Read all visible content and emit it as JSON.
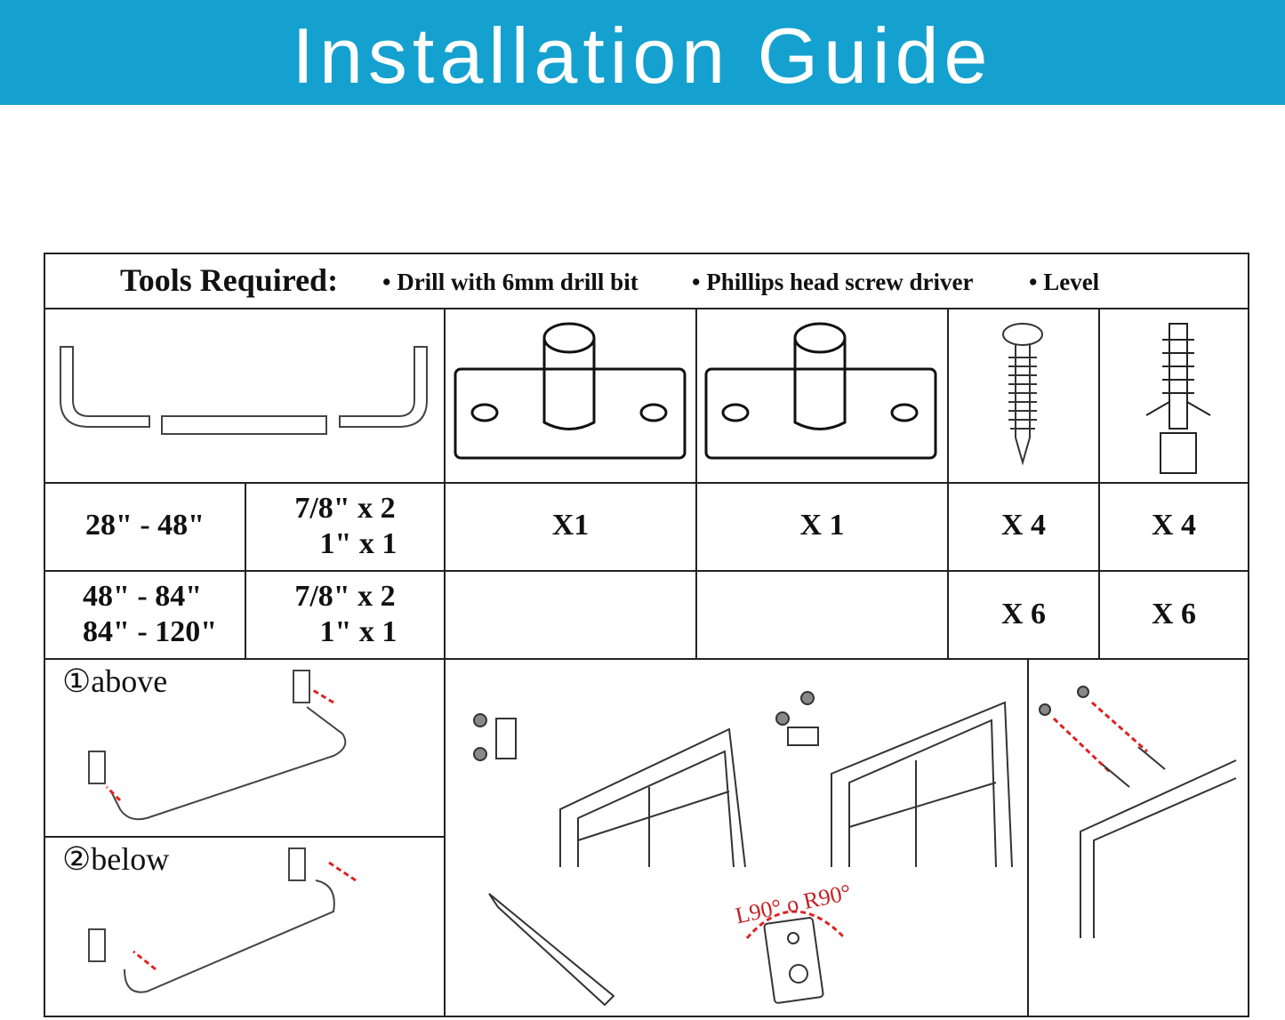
{
  "header": {
    "title": "Installation Guide",
    "color": "#14a1cf"
  },
  "tools": {
    "label": "Tools Required:",
    "items": [
      "Drill with 6mm drill bit",
      "Phillips head screw driver",
      "Level"
    ]
  },
  "rows": [
    {
      "length": "28\" - 48\"",
      "rod_line1": "7/8\" x 2",
      "rod_line2": "1\" x 1",
      "bracket_a": "X1",
      "bracket_b": "X 1",
      "screws": "X 4",
      "anchors": "X 4"
    },
    {
      "length_line1": "48\" - 84\"",
      "length_line2": "84\" - 120\"",
      "rod_line1": "7/8\" x 2",
      "rod_line2": "1\" x 1",
      "screws": "X 6",
      "anchors": "X 6"
    }
  ],
  "steps": {
    "above": "above",
    "below": "below",
    "num1": "①",
    "num2": "②",
    "rotate": "L90° o R90°"
  }
}
